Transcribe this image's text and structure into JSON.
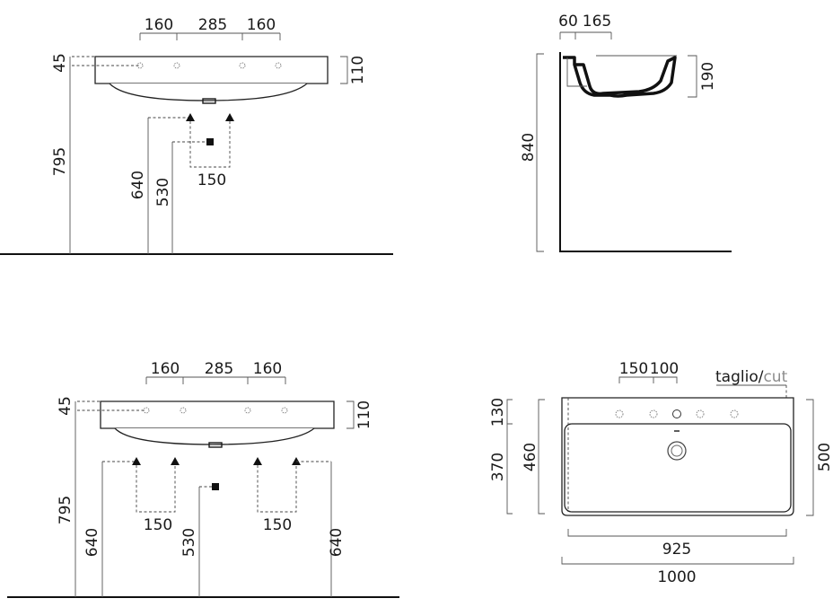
{
  "top_front": {
    "widths": [
      "160",
      "285",
      "160"
    ],
    "rim_offset": "45",
    "thickness": "110",
    "install_height": "795",
    "hot_cold_height": "640",
    "drain_height": "530",
    "supply_spacing": "150"
  },
  "side_view": {
    "wall_offset": "60",
    "depth_to_hole": "165",
    "bowl_depth": "190",
    "total_height": "840"
  },
  "bottom_front": {
    "widths": [
      "160",
      "285",
      "160"
    ],
    "rim_offset": "45",
    "thickness": "110",
    "install_height": "795",
    "left_supply_height": "640",
    "drain_height": "530",
    "left_spacing": "150",
    "right_spacing": "150",
    "right_supply_height": "640"
  },
  "plan_view": {
    "hole_spacing_a": "150",
    "hole_spacing_b": "100",
    "cut_label_main": "taglio/",
    "cut_label_accent": "cut",
    "back_depth": "130",
    "bowl_depth": "370",
    "inner_depth": "460",
    "total_depth": "500",
    "inner_width": "925",
    "total_width": "1000",
    "cut_color": "#8c8c8c"
  }
}
